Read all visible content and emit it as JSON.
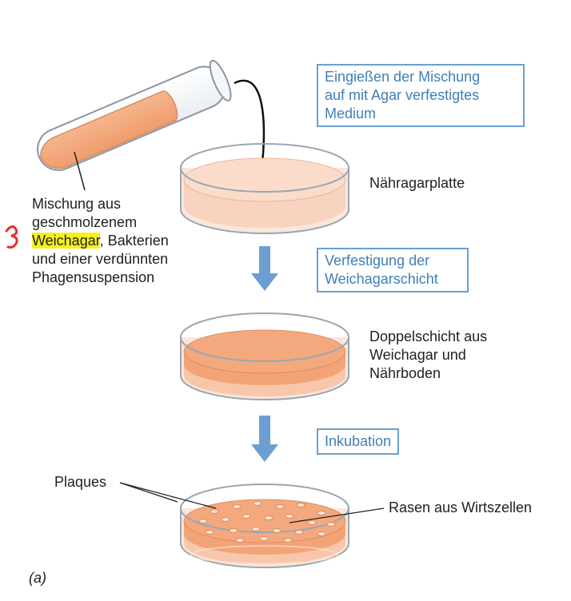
{
  "mixture_label": {
    "line1": "Mischung aus",
    "line2": "geschmolzenem",
    "line3_highlight": "Weichagar",
    "line3_rest": ", Bakterien",
    "line4": "und einer verdünnten",
    "line5": "Phagensuspension"
  },
  "steps": [
    {
      "lines": [
        "Eingießen der Mischung",
        "auf mit Agar verfestigtes",
        "Medium"
      ]
    },
    {
      "lines": [
        "Verfestigung der",
        "Weichagarschicht"
      ]
    },
    {
      "lines": [
        "Inkubation"
      ]
    }
  ],
  "plate_labels": {
    "nutrient_plate": "Nähragarplatte",
    "double_layer": [
      "Doppelschicht aus",
      "Weichagar und",
      "Nährboden"
    ],
    "lawn": "Rasen aus Wirtszellen",
    "plaques": "Plaques"
  },
  "panel_label": "(a)",
  "colors": {
    "step_border": "#6aa0cf",
    "step_text": "#3e7fb9",
    "arrow": "#6b9fd2",
    "agar": "#f2a477",
    "agar_light": "#f9d2bf",
    "highlight": "#f5f11f"
  }
}
